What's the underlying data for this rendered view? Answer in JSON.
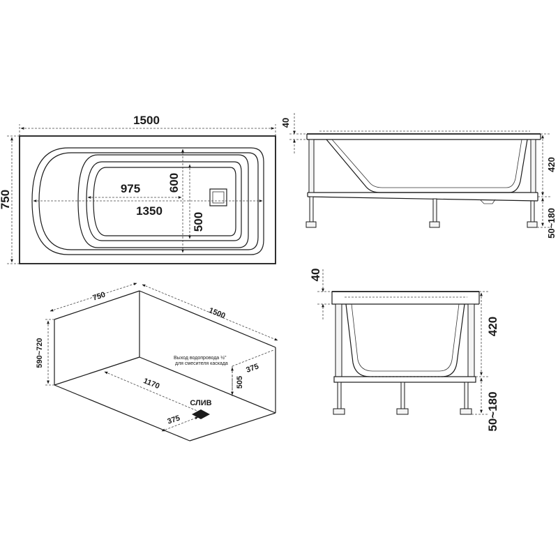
{
  "top_view": {
    "length": "1500",
    "width": "750",
    "inner_length": "1350",
    "bottom_length": "975",
    "inner_width": "600",
    "bottom_width": "500"
  },
  "side_view": {
    "rim": "40",
    "depth": "420",
    "legs": "50~180"
  },
  "front_view": {
    "rim": "40",
    "depth": "420",
    "legs": "50~180"
  },
  "niche": {
    "width": "750",
    "length": "1500",
    "height": "590~720",
    "drain_offset": "1170",
    "drain_side": "375",
    "pipe_side": "375",
    "pipe_height": "505",
    "drain_label": "СЛИВ",
    "pipe_note_line1": "Выход водопровода ½\"",
    "pipe_note_line2": "для смесителя каскада"
  }
}
